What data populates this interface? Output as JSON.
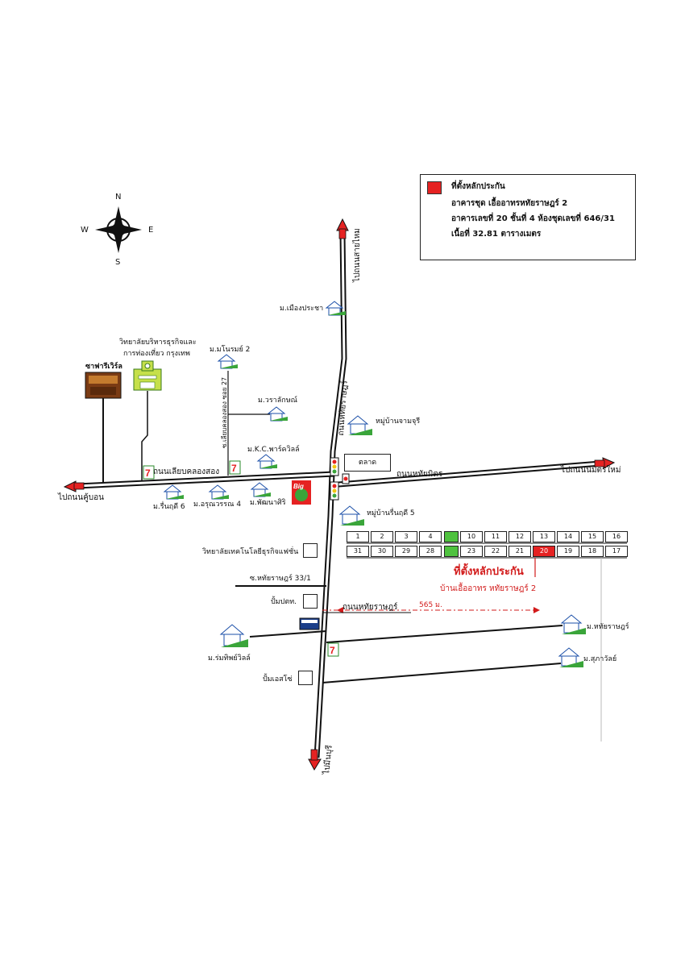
{
  "legend": {
    "title": "ที่ตั้งหลักประกัน",
    "line1": "อาคารชุด เอื้ออาทรหทัยราษฎร์ 2",
    "line2": "อาคารเลขที่ 20 ชั้นที่ 4 ห้องชุดเลขที่ 646/31",
    "line3": "เนื้อที่ 32.81 ตารางเมตร",
    "swatch_color": "#e52222"
  },
  "compass": {
    "n": "N",
    "s": "S",
    "e": "E",
    "w": "W"
  },
  "roads": {
    "to_sai_mai": "ไปถนนสายไหม",
    "hathai_rat_vertical": "ถนนหทัยราษฎร์",
    "hathai_rat_lower": "ถนนหทัยราษฎร์",
    "to_minburi": "ไปมีนบุรี",
    "liap_khlong_song": "ถนนเลียบคลองสอง",
    "to_khu_bon": "ไปถนนคู้บอน",
    "hathai_mit": "ถนนหทัยมิตร",
    "to_nimit_mai": "ไปถนนนิมิตรใหม่",
    "soi_liap_khlong_27": "ซ.เลียบคลองสอง ซอย 27",
    "soi_hathai_33": "ซ.หทัยราษฎร์ 33/1"
  },
  "places": {
    "mueang_pracha": "ม.เมืองประชา",
    "college_business": "วิทยาลัยบริหารธุรกิจและ",
    "college_business2": "การท่องเที่ยว กรุงเทพ",
    "safari_world": "ซาฟารีเวิร์ล",
    "monrom": "ม.มโนรมย์ 2",
    "waralak": "ม.วราลักษณ์",
    "kc_park": "ม.K.C.พาร์ควิลล์",
    "ban_chamchuri": "หมู่บ้านจามจุรี",
    "market": "ตลาด",
    "rinrudee6": "ม.รื่นฤดี 6",
    "arunwan4": "ม.อรุณวรรณ 4",
    "phatnasiri": "ม.พัฒนาศิริ",
    "ban_rinrudee5": "หมู่บ้านรื่นฤดี 5",
    "college_fashion": "วิทยาลัยเทคโนโลยีธุรกิจแฟชั่น",
    "ptt": "ปั้มปตท.",
    "romthip": "ม.ร่มทิพย์วิลล์",
    "pump_lpg": "ปั้มเอสโซ่",
    "hathai_rat_village": "ม.หทัยราษฎร์",
    "sukarat": "ม.สุภาวัลย์",
    "big_c": "Big C",
    "seven": "7"
  },
  "target": {
    "label": "ที่ตั้งหลักประกัน",
    "project": "บ้านเอื้ออาทร หทัยราษฎร์ 2",
    "distance": "565 ม."
  },
  "units_row1": [
    "1",
    "2",
    "3",
    "4",
    "",
    "10",
    "11",
    "12",
    "13",
    "14",
    "15",
    "16"
  ],
  "units_row2": [
    "31",
    "30",
    "29",
    "28",
    "",
    "23",
    "22",
    "21",
    "20",
    "19",
    "18",
    "17"
  ]
}
